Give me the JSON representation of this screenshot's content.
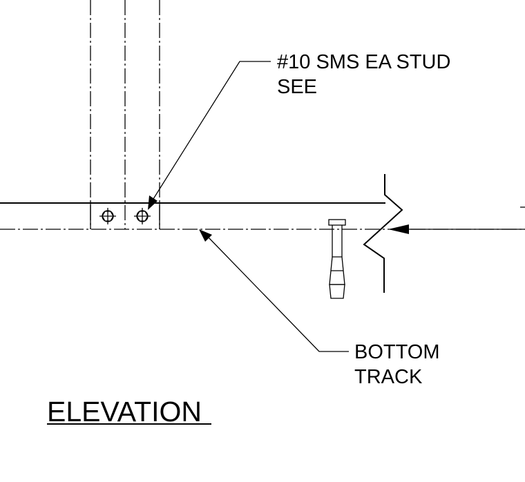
{
  "callouts": {
    "screw": {
      "line1": "#10 SMS EA STUD",
      "line2": "SEE"
    },
    "track": {
      "line1": "BOTTOM",
      "line2": "TRACK"
    }
  },
  "title": "ELEVATION",
  "colors": {
    "line": "#000000",
    "background": "#ffffff"
  }
}
